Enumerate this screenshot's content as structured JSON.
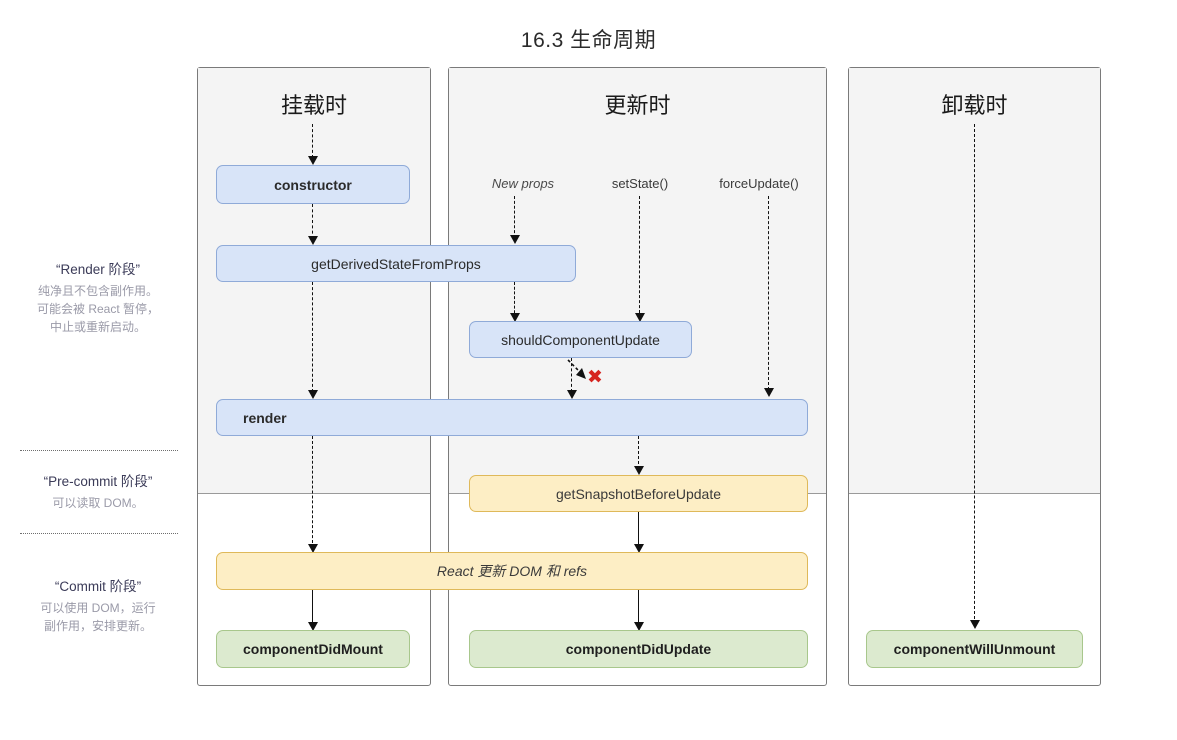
{
  "page": {
    "title": "16.3 生命周期"
  },
  "legend": [
    {
      "id": "render-phase",
      "title": "“Render 阶段”",
      "desc_lines": [
        "纯净且不包含副作用。",
        "可能会被 React 暂停，",
        "中止或重新启动。"
      ]
    },
    {
      "id": "pre-commit-phase",
      "title": "“Pre-commit 阶段”",
      "desc_lines": [
        "可以读取 DOM。"
      ]
    },
    {
      "id": "commit-phase",
      "title": "“Commit 阶段”",
      "desc_lines": [
        "可以使用 DOM，运行",
        "副作用，安排更新。"
      ]
    }
  ],
  "columns": [
    {
      "id": "mounting",
      "title": "挂载时"
    },
    {
      "id": "updating",
      "title": "更新时"
    },
    {
      "id": "unmounting",
      "title": "卸载时"
    }
  ],
  "triggers": [
    {
      "id": "new-props",
      "label": "New props"
    },
    {
      "id": "set-state",
      "label": "setState()"
    },
    {
      "id": "force-update",
      "label": "forceUpdate()"
    }
  ],
  "nodes": {
    "constructor": "constructor",
    "get_derived_state_from_props": "getDerivedStateFromProps",
    "should_component_update": "shouldComponentUpdate",
    "render": "render",
    "get_snapshot_before_update": "getSnapshotBeforeUpdate",
    "react_updates_dom": "React 更新 DOM 和 refs",
    "component_did_mount": "componentDidMount",
    "component_did_update": "componentDidUpdate",
    "component_will_unmount": "componentWillUnmount"
  },
  "markers": {
    "skip_render_x": "✖"
  },
  "colors": {
    "blue_fill": "#d8e4f8",
    "blue_border": "#8faad8",
    "yellow_fill": "#fdeec5",
    "yellow_border": "#dfb95a",
    "green_fill": "#dceacf",
    "green_border": "#a8c78c",
    "phase_shade": "#f4f4f4",
    "x_mark": "#d6241f"
  }
}
